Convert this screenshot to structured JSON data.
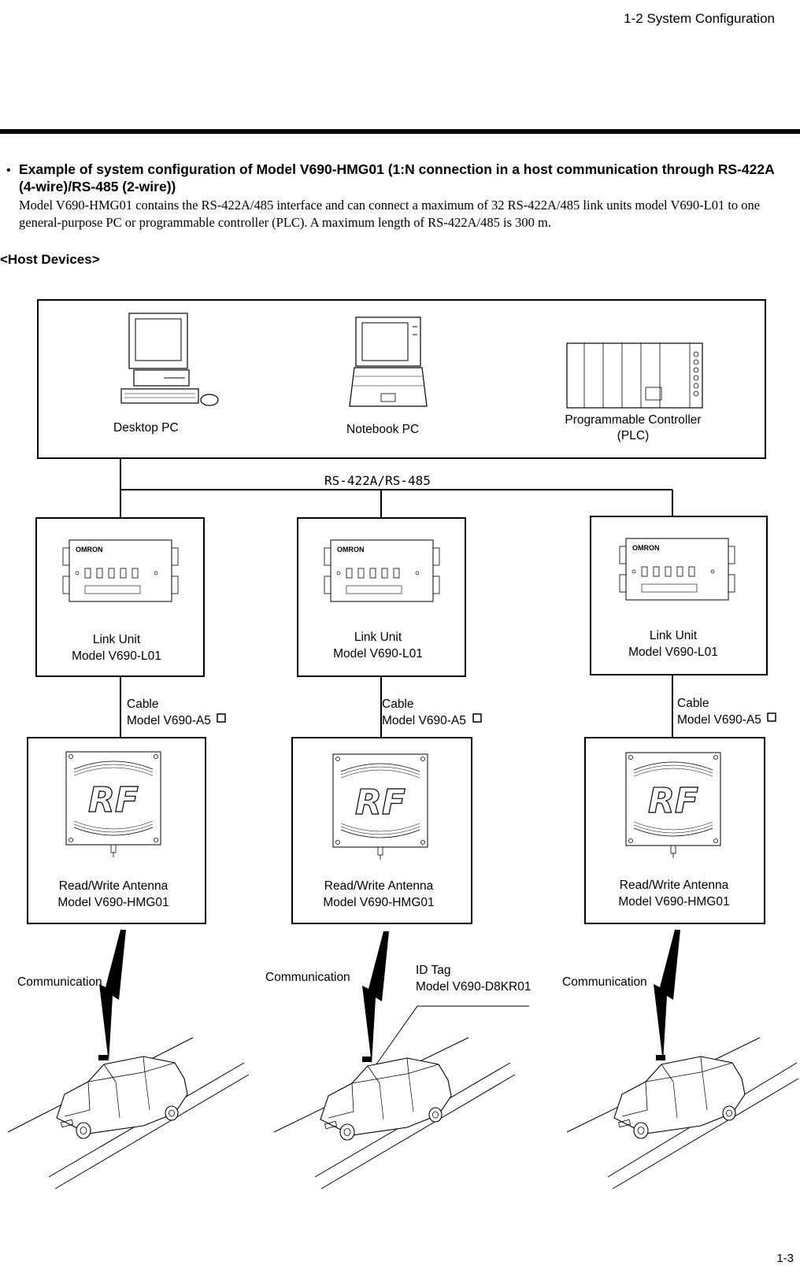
{
  "header": {
    "title": "1-2 System Configuration"
  },
  "intro": {
    "bullet": "•",
    "heading": "Example of system configuration of Model V690-HMG01 (1:N connection in a host communication through RS-422A (4-wire)/RS-485 (2-wire))",
    "body": "Model V690-HMG01 contains the RS-422A/485 interface and can connect a maximum of 32 RS-422A/485 link units model V690-L01 to one general-purpose PC or programmable controller (PLC).  A maximum length of RS-422A/485 is 300 m."
  },
  "section_label": "<Host Devices>",
  "diagram": {
    "hosts": {
      "desktop": "Desktop PC",
      "notebook": "Notebook PC",
      "plc_line1": "Programmable Controller",
      "plc_line2": "(PLC)"
    },
    "bus_label": "RS-422A/RS-485",
    "link_unit": {
      "line1": "Link Unit",
      "line2": "Model V690-L01"
    },
    "cable": {
      "line1": "Cable",
      "line2": "Model V690-A5"
    },
    "antenna": {
      "line1": "Read/Write Antenna",
      "line2": "Model V690-HMG01"
    },
    "device_brand": "OMRON",
    "antenna_logo": "RF",
    "communication": "Communication",
    "id_tag": {
      "line1": "ID Tag",
      "line2": "Model V690-D8KR01"
    }
  },
  "footer": {
    "page_number": "1-3"
  }
}
